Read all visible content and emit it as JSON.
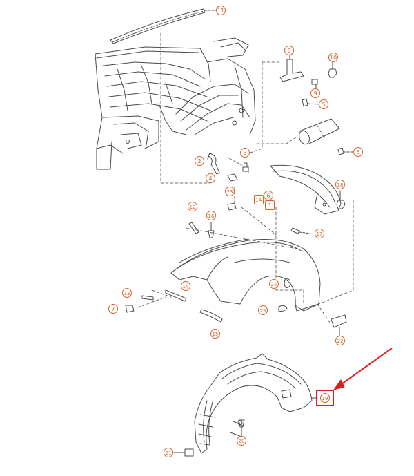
{
  "diagram": {
    "highlight_color": "#e01b1b",
    "callout_color": "#d9622b",
    "line_color": "#4a4a4a",
    "highlighted_callout": "19",
    "callouts": [
      {
        "id": "c11",
        "label": "11"
      },
      {
        "id": "c8",
        "label": "8"
      },
      {
        "id": "c10",
        "label": "10"
      },
      {
        "id": "c9",
        "label": "9"
      },
      {
        "id": "c5a",
        "label": "5"
      },
      {
        "id": "c5b",
        "label": "5"
      },
      {
        "id": "c3",
        "label": "3"
      },
      {
        "id": "c2",
        "label": "2"
      },
      {
        "id": "c4",
        "label": "4"
      },
      {
        "id": "c23",
        "label": "23"
      },
      {
        "id": "c18",
        "label": "18"
      },
      {
        "id": "c6",
        "label": "6"
      },
      {
        "id": "c1a",
        "label": "1A"
      },
      {
        "id": "c1",
        "label": "1"
      },
      {
        "id": "c12",
        "label": "12"
      },
      {
        "id": "c16",
        "label": "16"
      },
      {
        "id": "c17",
        "label": "17"
      },
      {
        "id": "c13",
        "label": "13"
      },
      {
        "id": "c14",
        "label": "14"
      },
      {
        "id": "c24",
        "label": "24"
      },
      {
        "id": "c7",
        "label": "7"
      },
      {
        "id": "c25",
        "label": "25"
      },
      {
        "id": "c15",
        "label": "15"
      },
      {
        "id": "c22",
        "label": "22"
      },
      {
        "id": "c19",
        "label": "19"
      },
      {
        "id": "c20",
        "label": "20"
      },
      {
        "id": "c21",
        "label": "21"
      }
    ]
  }
}
